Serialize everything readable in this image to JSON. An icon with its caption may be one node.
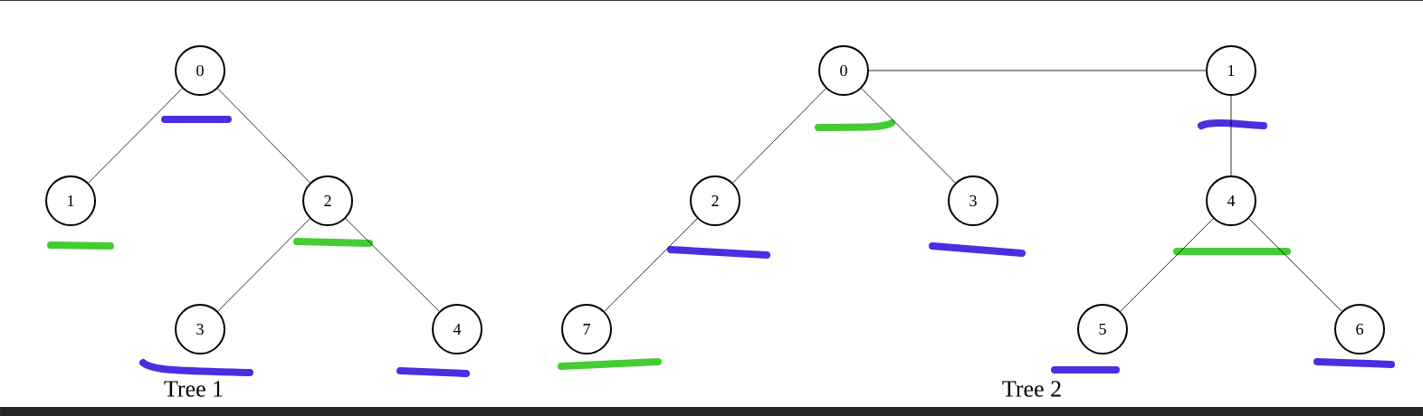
{
  "diagram": {
    "nodes": [
      {
        "text": [
          "0"
        ]
      },
      {
        "text": [
          "1"
        ]
      },
      {
        "text": [
          "2"
        ]
      },
      {
        "text": [
          "3"
        ]
      },
      {
        "text": [
          "4"
        ]
      },
      {
        "text": [
          "0"
        ]
      },
      {
        "text": [
          "1"
        ]
      },
      {
        "text": [
          "2"
        ]
      },
      {
        "text": [
          "3"
        ]
      },
      {
        "text": [
          "4"
        ]
      },
      {
        "text": [
          "5"
        ]
      },
      {
        "text": [
          "6"
        ]
      },
      {
        "text": [
          "7"
        ]
      }
    ],
    "edges": [
      {
        "from": 0,
        "to": 1,
        "arrow": "none"
      },
      {
        "from": 0,
        "to": 2,
        "arrow": "none"
      },
      {
        "from": 2,
        "to": 3,
        "arrow": "none"
      },
      {
        "from": 2,
        "to": 4,
        "arrow": "none"
      },
      {
        "from": 5,
        "to": 6,
        "arrow": "none"
      },
      {
        "from": 5,
        "to": 7,
        "arrow": "none"
      },
      {
        "from": 5,
        "to": 8,
        "arrow": "none"
      },
      {
        "from": 7,
        "to": 12,
        "arrow": "none"
      },
      {
        "from": 6,
        "to": 9,
        "arrow": "none"
      },
      {
        "from": 9,
        "to": 10,
        "arrow": "none"
      },
      {
        "from": 9,
        "to": 11,
        "arrow": "none"
      }
    ],
    "labels": [
      "Tree 1",
      "Tree 2"
    ]
  }
}
